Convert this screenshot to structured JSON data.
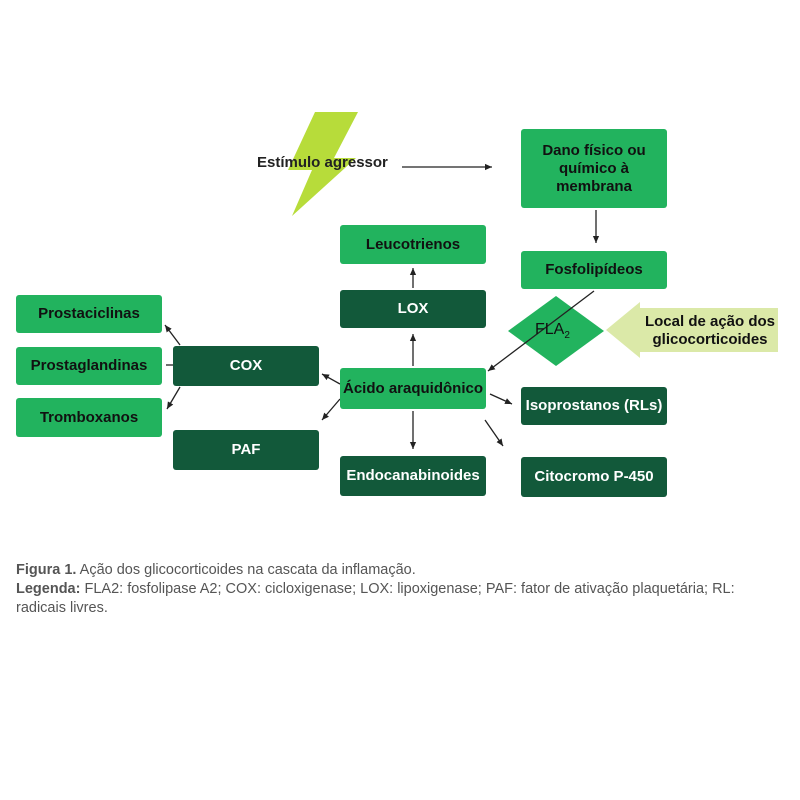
{
  "colors": {
    "box_light": "#22b35e",
    "box_dark": "#12593a",
    "arrow_light": "#dbe9a8",
    "lightning": "#b7dc3a",
    "line": "#222222"
  },
  "diagram": {
    "stimulus": "Estímulo agressor",
    "dano": "Dano físico ou\nquímico à\nmembrana",
    "fosfolipideos": "Fosfolipídeos",
    "fla2": "FLA",
    "fla2_sub": "2",
    "local_acao": "Local de ação dos\nglicocorticoides",
    "leucotrienos": "Leucotrienos",
    "lox": "LOX",
    "acido": "Ácido araquidônico",
    "cox": "COX",
    "paf": "PAF",
    "prostaciclinas": "Prostaciclinas",
    "prostaglandinas": "Prostaglandinas",
    "tromboxanos": "Tromboxanos",
    "isoprostanos": "Isoprostanos (RLs)",
    "endocanabinoides": "Endocanabinoides",
    "citocromo": "Citocromo P-450"
  },
  "caption": {
    "figure_label": "Figura 1.",
    "figure_text": " Ação dos glicocorticoides na cascata da inflamação.",
    "legend_label": "Legenda:",
    "legend_text": " FLA2: fosfolipase A2; COX: cicloxigenase; LOX: lipoxigenase; PAF: fator de ativação plaquetária; RL: radicais livres."
  }
}
